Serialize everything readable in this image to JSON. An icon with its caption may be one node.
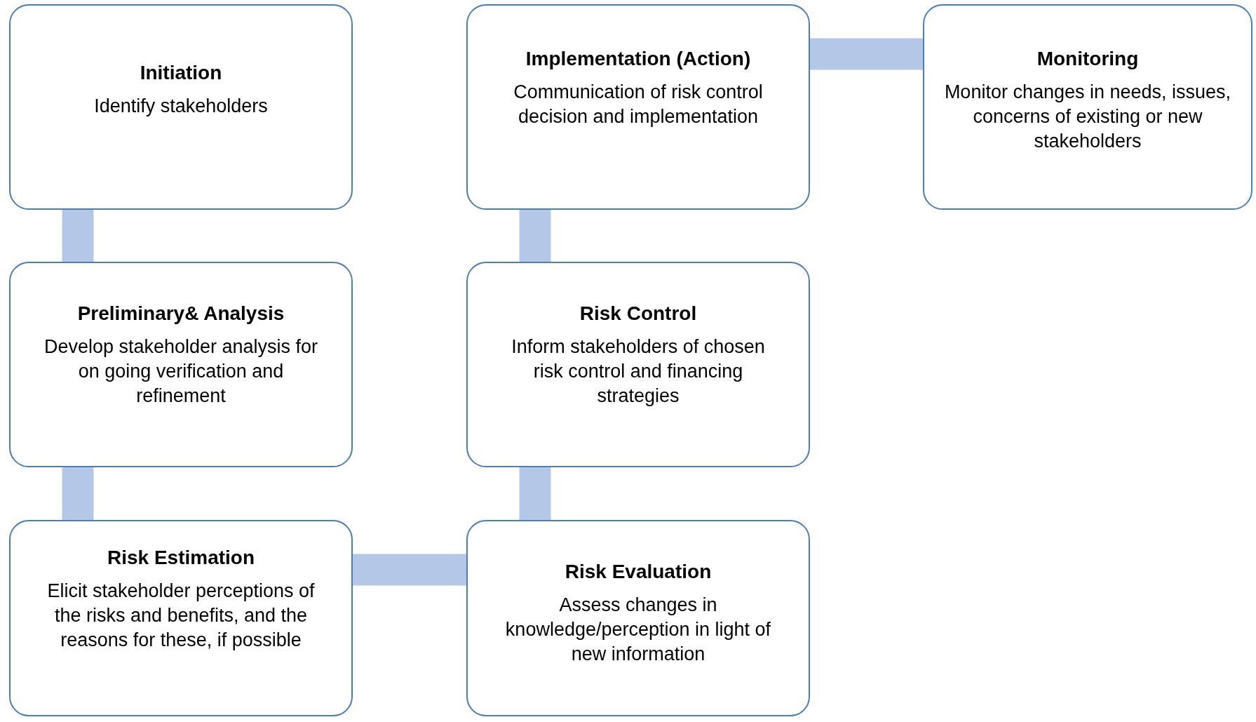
{
  "diagram": {
    "nodes": [
      {
        "text": [
          "Initiation",
          "Identify stakeholders"
        ]
      },
      {
        "text": [
          "Implementation (Action)",
          "Communication of risk control decision and implementation"
        ]
      },
      {
        "text": [
          "Monitoring",
          "Monitor changes in needs, issues, concerns of existing or new stakeholders"
        ]
      },
      {
        "text": [
          "Preliminary& Analysis",
          "Develop stakeholder analysis for on going verification and refinement"
        ]
      },
      {
        "text": [
          "Risk Control",
          "Inform stakeholders of chosen risk control and financing strategies"
        ]
      },
      {
        "text": [
          "Risk Estimation",
          "Elicit stakeholder perceptions of the risks and benefits, and the reasons for these, if possible"
        ]
      },
      {
        "text": [
          "Risk Evaluation",
          "Assess changes in knowledge/perception in light of new information"
        ]
      }
    ],
    "edges": [
      {
        "from": 0,
        "to": 3,
        "arrow": "none"
      },
      {
        "from": 3,
        "to": 5,
        "arrow": "none"
      },
      {
        "from": 5,
        "to": 6,
        "arrow": "none"
      },
      {
        "from": 6,
        "to": 4,
        "arrow": "none"
      },
      {
        "from": 4,
        "to": 1,
        "arrow": "none"
      },
      {
        "from": 1,
        "to": 2,
        "arrow": "none"
      }
    ]
  }
}
